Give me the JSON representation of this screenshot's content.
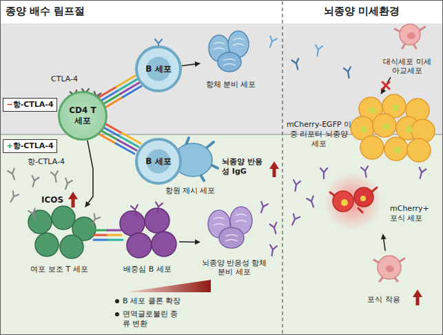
{
  "diagram": {
    "nodes": [
      {
        "text": [
          "−항-CTLA-4"
        ]
      },
      {
        "text": [
          "CD4 T 세포"
        ]
      },
      {
        "text": [
          "B 세포"
        ]
      },
      {
        "text": [
          "항체 분비 세포"
        ]
      },
      {
        "text": [
          "대식세포 미세아교세포"
        ]
      },
      {
        "text": [
          "mCherry-EGFP 이중 리포터 뇌종양 세포"
        ]
      },
      {
        "text": [
          "+항-CTLA-4"
        ]
      },
      {
        "text": [
          "B 세포"
        ]
      },
      {
        "text": [
          "항원 제시 세포"
        ]
      },
      {
        "text": [
          "mCherry+ 포식 세포"
        ]
      },
      {
        "text": [
          "여포 보조 T 세포"
        ]
      },
      {
        "text": [
          "배중심 B 세포"
        ]
      },
      {
        "text": [
          "뇌종양 반응성 항체 분비 세포"
        ]
      },
      {
        "text": [
          "포식 작용"
        ]
      }
    ],
    "edges": [
      {
        "from": 2,
        "to": 3,
        "arrow": "to"
      },
      {
        "from": 1,
        "to": 10,
        "arrow": "to"
      },
      {
        "from": 11,
        "to": 12,
        "arrow": "to"
      },
      {
        "from": 4,
        "to": 5,
        "arrow": "to"
      },
      {
        "from": 13,
        "to": 9,
        "arrow": "to"
      }
    ],
    "labels": [
      "종양 배수 림프절",
      "뇌종양 미세환경",
      "CTLA-4",
      "항-CTLA-4",
      "ICOS",
      "뇌종양 반응성 IgG",
      "B 세포 클론 확장",
      "면역글로불린 종류 변환"
    ]
  }
}
